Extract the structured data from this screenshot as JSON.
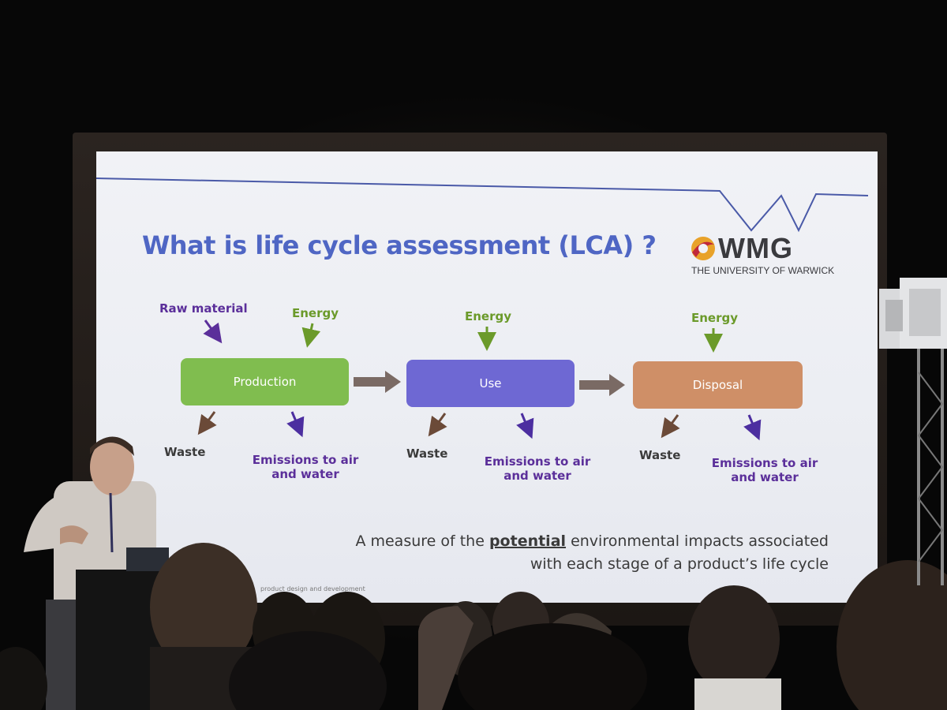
{
  "slide": {
    "title": "What is life cycle assessment (LCA) ?",
    "logo": {
      "name": "WMG",
      "subtitle": "THE UNIVERSITY OF WARWICK"
    },
    "stages": [
      {
        "label": "Production",
        "color": "#80bd4f"
      },
      {
        "label": "Use",
        "color": "#6e68d3"
      },
      {
        "label": "Disposal",
        "color": "#cf8f67"
      }
    ],
    "inputs": {
      "raw_material": "Raw material",
      "energy_1": "Energy",
      "energy_2": "Energy",
      "energy_3": "Energy"
    },
    "outputs": {
      "waste_1": "Waste",
      "waste_2": "Waste",
      "waste_3": "Waste",
      "emissions_1_line1": "Emissions to air",
      "emissions_1_line2": "and water",
      "emissions_2_line1": "Emissions to air",
      "emissions_2_line2": "and water",
      "emissions_3_line1": "Emissions to air",
      "emissions_3_line2": "and water"
    },
    "caption": {
      "prefix": "A measure of the ",
      "emphasis": "potential",
      "suffix_line1": " environmental impacts associated",
      "line2": "with each stage of a product’s life cycle"
    },
    "footer": "product design and development"
  },
  "colors": {
    "title": "#4f66c4",
    "input_label": "#5b2f9a",
    "energy_label": "#6b9a2a",
    "waste_label": "#3b3b3b",
    "emissions_label": "#5b2f9a"
  }
}
